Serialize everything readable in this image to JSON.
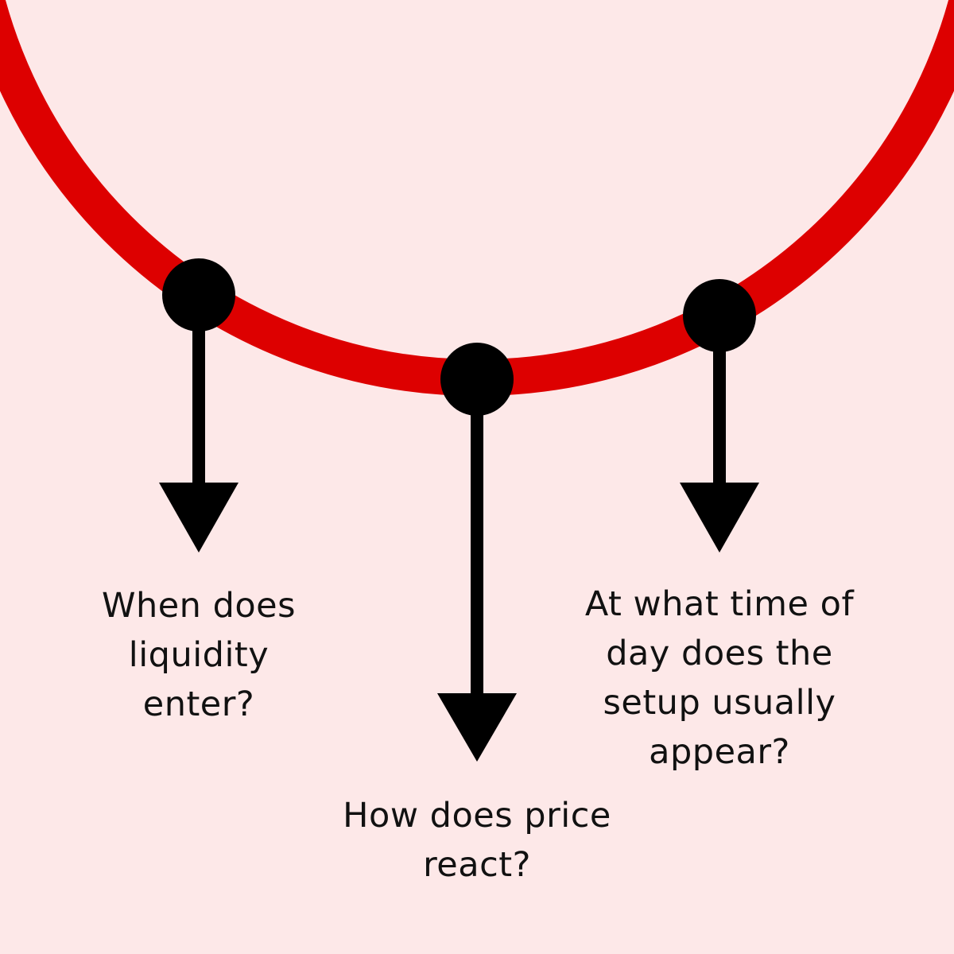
{
  "colors": {
    "background": "#fde8e8",
    "curve": "#dd0000",
    "marker": "#000000",
    "text": "#111111"
  },
  "questions": [
    {
      "lines": [
        "When does",
        "liquidity",
        "enter?"
      ]
    },
    {
      "lines": [
        "How does price",
        "react?"
      ]
    },
    {
      "lines": [
        "At what time of",
        "day does the",
        "setup usually",
        "appear?"
      ]
    }
  ]
}
